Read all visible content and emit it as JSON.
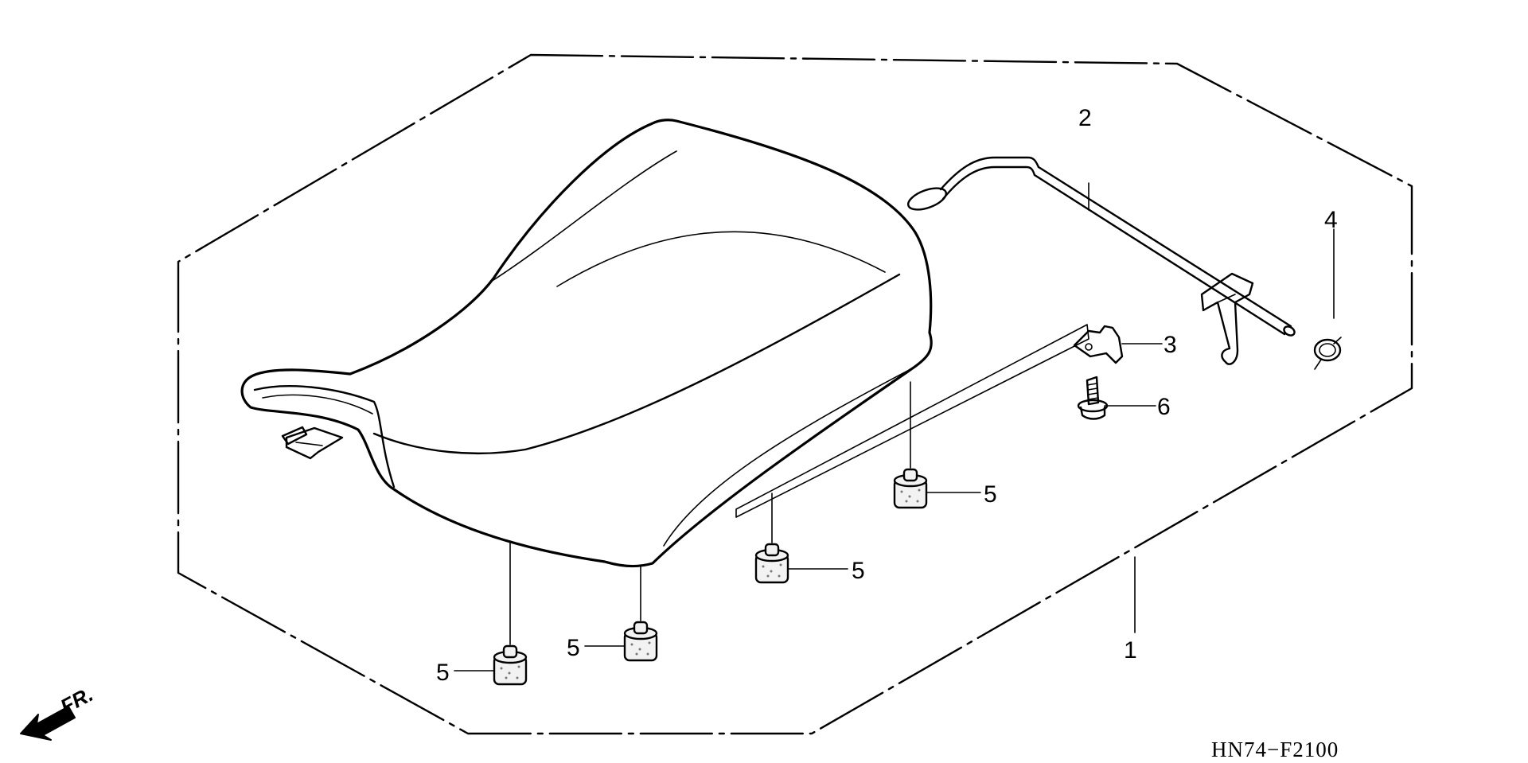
{
  "diagram": {
    "diagram_code": "HN74−F2100",
    "direction_label": "FR.",
    "parts": [
      {
        "ref": "1",
        "name": "seat-assembly"
      },
      {
        "ref": "2",
        "name": "seat-lock-lever"
      },
      {
        "ref": "3",
        "name": "clip"
      },
      {
        "ref": "4",
        "name": "spring"
      },
      {
        "ref": "5",
        "name": "seat-cushion"
      },
      {
        "ref": "6",
        "name": "bolt"
      }
    ],
    "callouts": [
      {
        "id": "c1",
        "ref": "1"
      },
      {
        "id": "c2",
        "ref": "2"
      },
      {
        "id": "c3",
        "ref": "3"
      },
      {
        "id": "c4",
        "ref": "4"
      },
      {
        "id": "c5a",
        "ref": "5"
      },
      {
        "id": "c5b",
        "ref": "5"
      },
      {
        "id": "c5c",
        "ref": "5"
      },
      {
        "id": "c5d",
        "ref": "5"
      },
      {
        "id": "c6",
        "ref": "6"
      }
    ]
  }
}
